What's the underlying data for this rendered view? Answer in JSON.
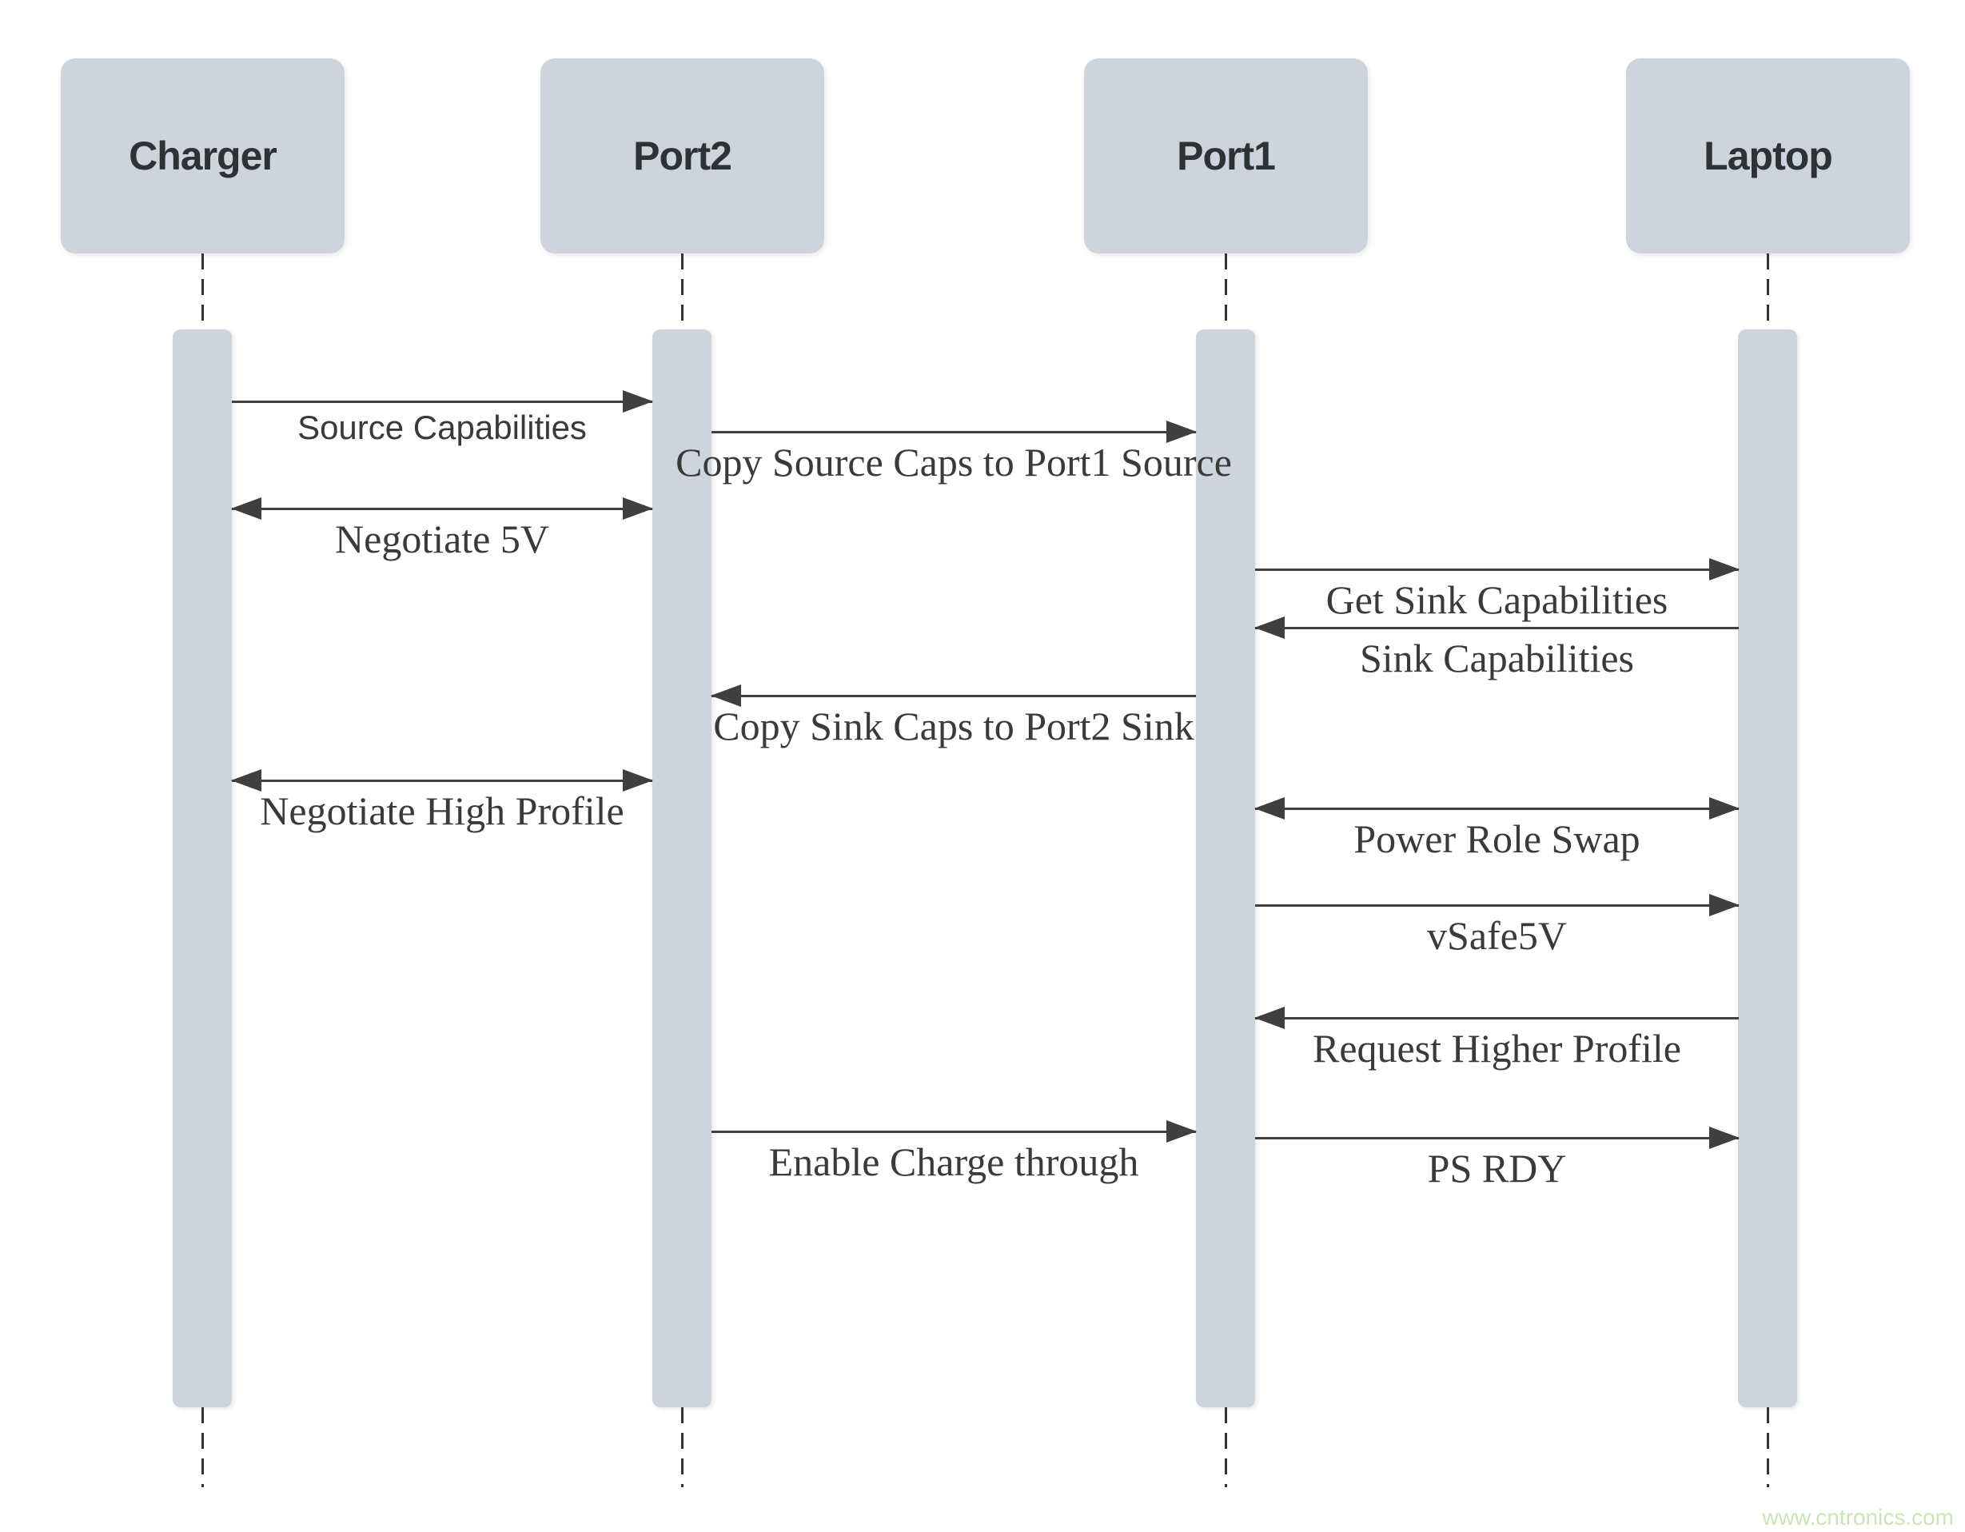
{
  "actors": [
    {
      "name": "Charger"
    },
    {
      "name": "Port2"
    },
    {
      "name": "Port1"
    },
    {
      "name": "Laptop"
    }
  ],
  "messages": [
    {
      "label": "Source Capabilities",
      "from": "Charger",
      "to": "Port2",
      "arrow": "right"
    },
    {
      "label": "Copy Source Caps to Port1 Source",
      "from": "Port2",
      "to": "Port1",
      "arrow": "right"
    },
    {
      "label": "Negotiate 5V",
      "from": "Charger",
      "to": "Port2",
      "arrow": "both"
    },
    {
      "label": "Get Sink Capabilities",
      "from": "Port1",
      "to": "Laptop",
      "arrow": "right"
    },
    {
      "label": "Sink Capabilities",
      "from": "Laptop",
      "to": "Port1",
      "arrow": "left"
    },
    {
      "label": "Copy Sink Caps to Port2 Sink",
      "from": "Port1",
      "to": "Port2",
      "arrow": "left"
    },
    {
      "label": "Negotiate High Profile",
      "from": "Charger",
      "to": "Port2",
      "arrow": "both"
    },
    {
      "label": "Power Role Swap",
      "from": "Port1",
      "to": "Laptop",
      "arrow": "both"
    },
    {
      "label": "vSafe5V",
      "from": "Port1",
      "to": "Laptop",
      "arrow": "right"
    },
    {
      "label": "Request Higher Profile",
      "from": "Laptop",
      "to": "Port1",
      "arrow": "left"
    },
    {
      "label": "Enable Charge through",
      "from": "Port2",
      "to": "Port1",
      "arrow": "right"
    },
    {
      "label": "PS RDY",
      "from": "Port1",
      "to": "Laptop",
      "arrow": "right"
    }
  ],
  "watermark": {
    "text": "www.cntronics.com"
  },
  "colors": {
    "actor_fill": "#cdd4dc",
    "ink": "#3a3a3a",
    "line": "#3f3f3f",
    "lifeline": "#333333",
    "watermark_green": "#c9e6b6"
  }
}
